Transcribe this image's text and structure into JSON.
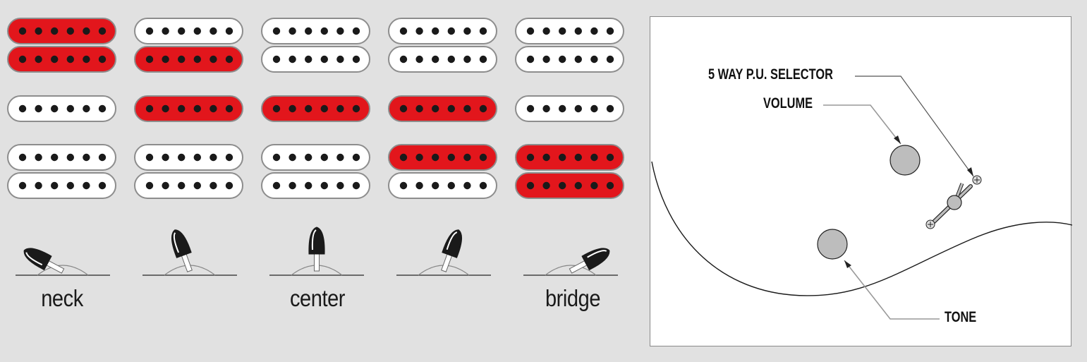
{
  "colors": {
    "background": "#e1e1e1",
    "active_pickup": "#e2161c",
    "inactive_pickup": "#ffffff",
    "pole_piece": "#1a1a1a",
    "knob": "#bdbdbd"
  },
  "positions": [
    {
      "label": "neck",
      "pickups": {
        "neck": "full",
        "middle": "off",
        "bridge": "off"
      },
      "lever": "far-left"
    },
    {
      "label": "",
      "pickups": {
        "neck": "lower",
        "middle": "on",
        "bridge": "off"
      },
      "lever": "left"
    },
    {
      "label": "center",
      "pickups": {
        "neck": "off",
        "middle": "on",
        "bridge": "off"
      },
      "lever": "center"
    },
    {
      "label": "",
      "pickups": {
        "neck": "off",
        "middle": "on",
        "bridge": "upper"
      },
      "lever": "right"
    },
    {
      "label": "bridge",
      "pickups": {
        "neck": "off",
        "middle": "off",
        "bridge": "full"
      },
      "lever": "far-right"
    }
  ],
  "controls": {
    "selector": "5 WAY P.U. SELECTOR",
    "volume": "VOLUME",
    "tone": "TONE"
  },
  "icons": [
    "pickup-icon",
    "selector-lever-icon",
    "knob-icon",
    "switch-icon",
    "screw-icon"
  ]
}
